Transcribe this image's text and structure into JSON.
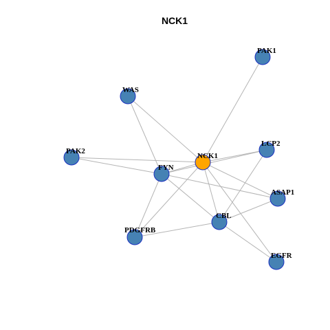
{
  "title": "NCK1",
  "colors": {
    "node_fill": "#4682b4",
    "center_fill": "#ffa500",
    "node_stroke": "#1a2fbf",
    "edge": "#b4b4b4"
  },
  "nodes": [
    {
      "id": "NCK1",
      "label": "NCK1",
      "center": true
    },
    {
      "id": "PAK1",
      "label": "PAK1"
    },
    {
      "id": "WAS",
      "label": "WAS"
    },
    {
      "id": "PAK2",
      "label": "PAK2"
    },
    {
      "id": "FYN",
      "label": "FYN"
    },
    {
      "id": "LCP2",
      "label": "LCP2"
    },
    {
      "id": "ASAP1",
      "label": "ASAP1"
    },
    {
      "id": "CBL",
      "label": "CBL"
    },
    {
      "id": "PDGFRB",
      "label": "PDGFRB"
    },
    {
      "id": "EGFR",
      "label": "EGFR"
    }
  ],
  "edges": [
    [
      "NCK1",
      "PAK1"
    ],
    [
      "NCK1",
      "WAS"
    ],
    [
      "NCK1",
      "PAK2"
    ],
    [
      "NCK1",
      "FYN"
    ],
    [
      "NCK1",
      "LCP2"
    ],
    [
      "NCK1",
      "ASAP1"
    ],
    [
      "NCK1",
      "CBL"
    ],
    [
      "NCK1",
      "PDGFRB"
    ],
    [
      "NCK1",
      "EGFR"
    ],
    [
      "WAS",
      "FYN"
    ],
    [
      "PAK2",
      "FYN"
    ],
    [
      "FYN",
      "LCP2"
    ],
    [
      "FYN",
      "ASAP1"
    ],
    [
      "FYN",
      "CBL"
    ],
    [
      "FYN",
      "PDGFRB"
    ],
    [
      "LCP2",
      "CBL"
    ],
    [
      "CBL",
      "ASAP1"
    ],
    [
      "CBL",
      "PDGFRB"
    ],
    [
      "CBL",
      "EGFR"
    ]
  ]
}
